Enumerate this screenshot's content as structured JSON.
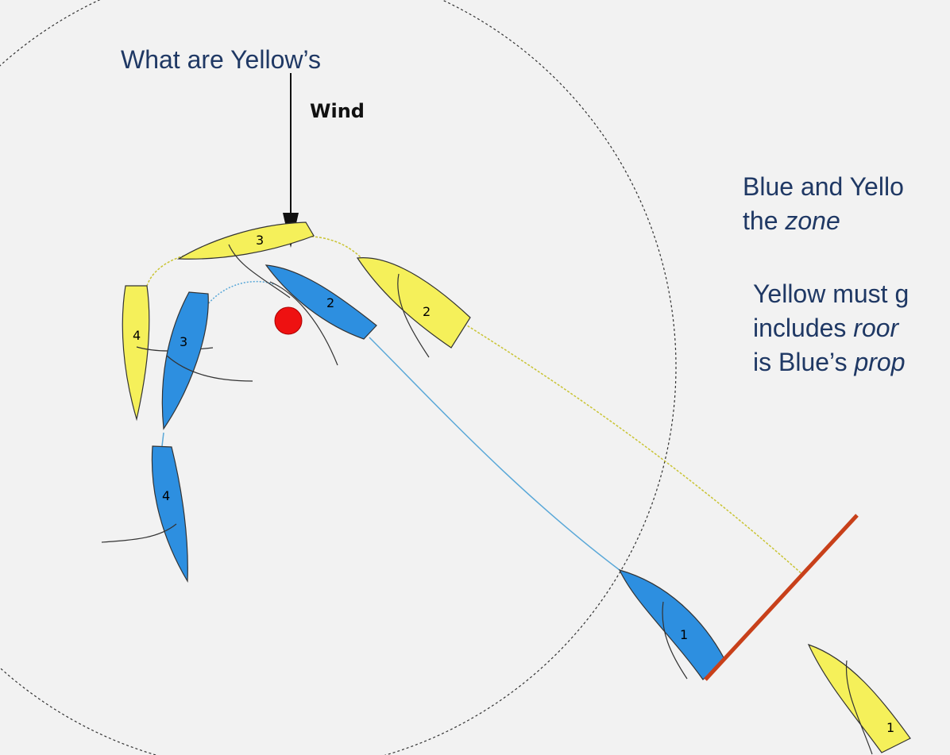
{
  "diagram": {
    "wind_label": "Wind",
    "colors": {
      "background": "#f2f2f2",
      "blue_boat": "#2d8fe0",
      "yellow_boat": "#f5f05a",
      "mark": "#ee1111",
      "zone_line": "#c8401a",
      "text": "#1f3864"
    },
    "blue_boats": [
      {
        "label": "1"
      },
      {
        "label": "2"
      },
      {
        "label": "3"
      },
      {
        "label": "4"
      }
    ],
    "yellow_boats": [
      {
        "label": "1"
      },
      {
        "label": "2"
      },
      {
        "label": "3"
      },
      {
        "label": "4"
      }
    ]
  },
  "text": {
    "question": "What are Yellow’s",
    "p1_line1": "Blue and Yello",
    "p1_line2_a": "the ",
    "p1_line2_b": "zone",
    "p2_line1": "Yellow must g",
    "p2_line2_a": "includes ",
    "p2_line2_b": "roor",
    "p2_line3_a": "is Blue’s ",
    "p2_line3_b": "prop"
  }
}
